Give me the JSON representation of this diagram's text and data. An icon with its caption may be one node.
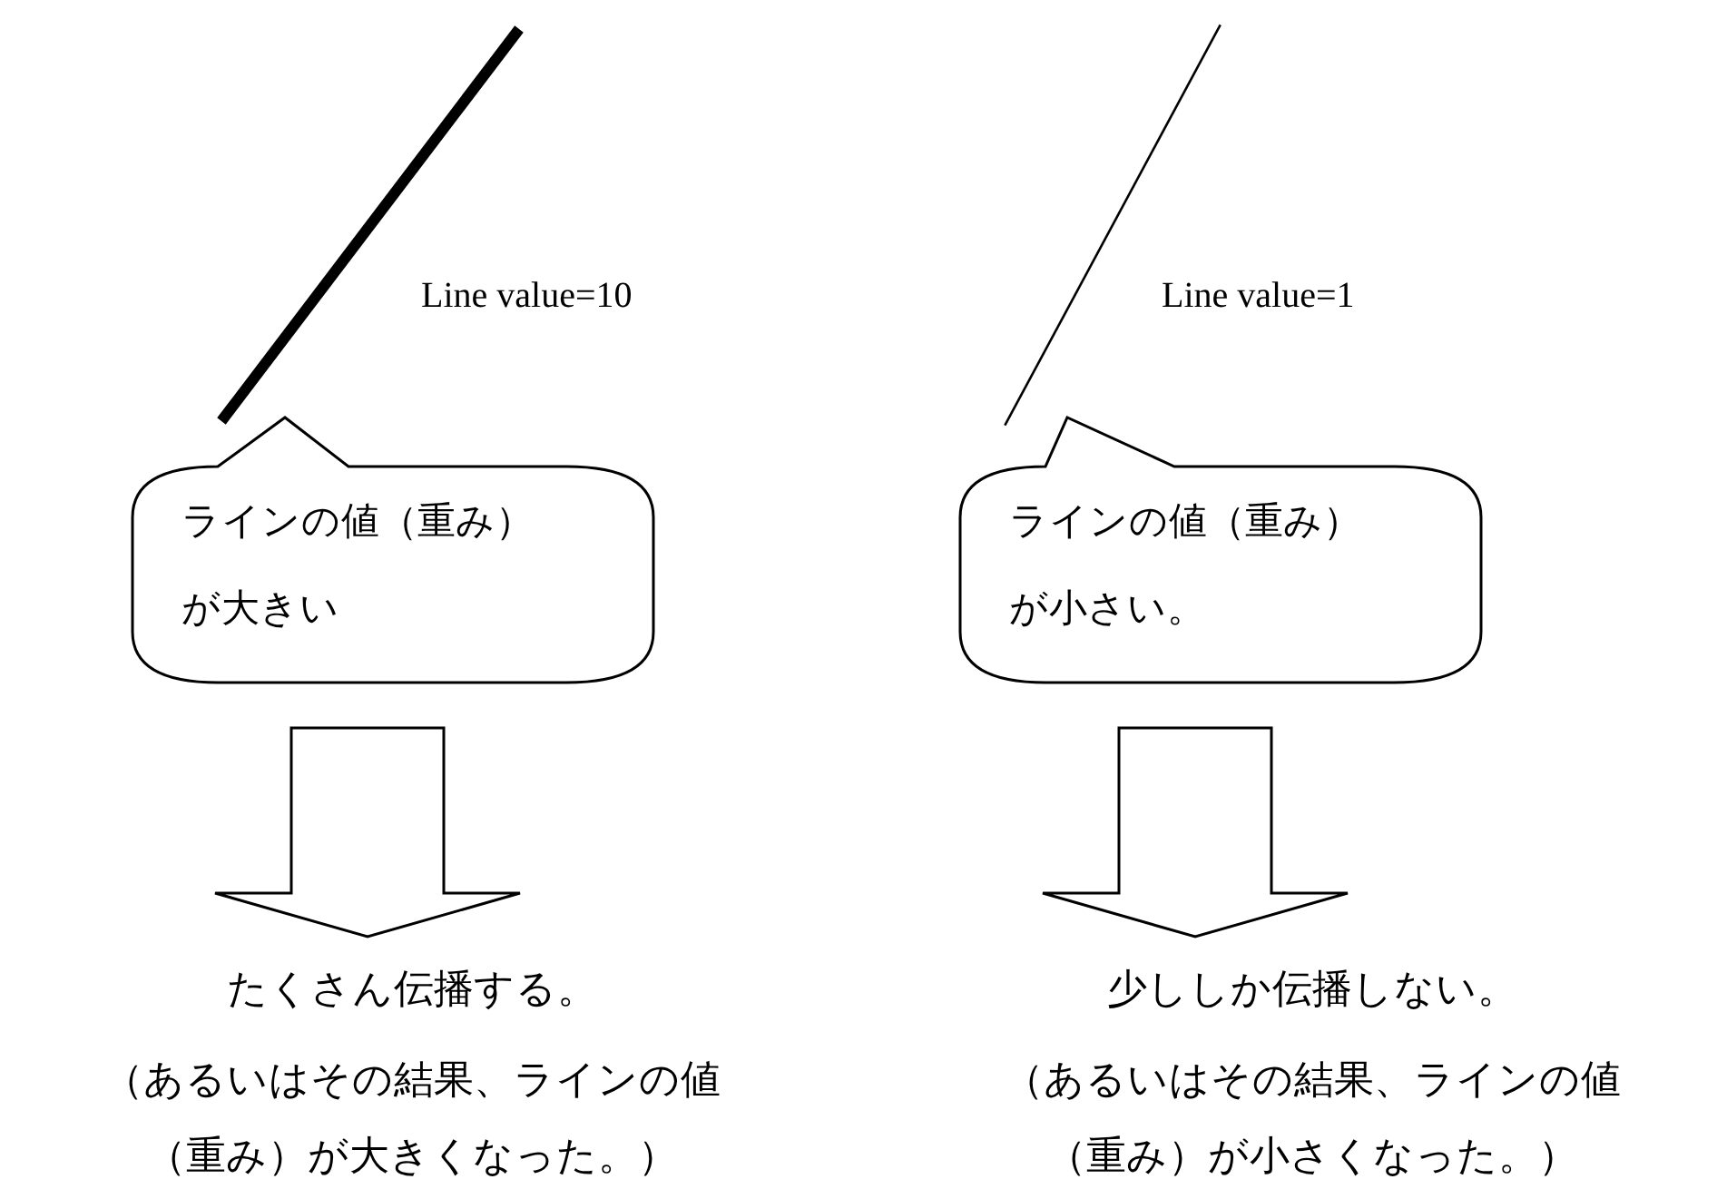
{
  "diagram": {
    "nodes": [
      {
        "text": [
          "Line value=10"
        ]
      },
      {
        "text": [
          "ラインの値（重み）が大きい"
        ]
      },
      {
        "text": [
          "たくさん伝播する。",
          "（あるいはその結果、ラインの値（重み）が大きくなった。）"
        ]
      },
      {
        "text": [
          "Line value=1"
        ]
      },
      {
        "text": [
          "ラインの値（重み）が小さい。"
        ]
      },
      {
        "text": [
          "少ししか伝播しない。",
          "（あるいはその結果、ラインの値（重み）が小さくなった。）"
        ]
      }
    ],
    "edges": [
      {
        "from": 1,
        "to": 2,
        "arrow": "to"
      },
      {
        "from": 4,
        "to": 5,
        "arrow": "to"
      }
    ]
  }
}
